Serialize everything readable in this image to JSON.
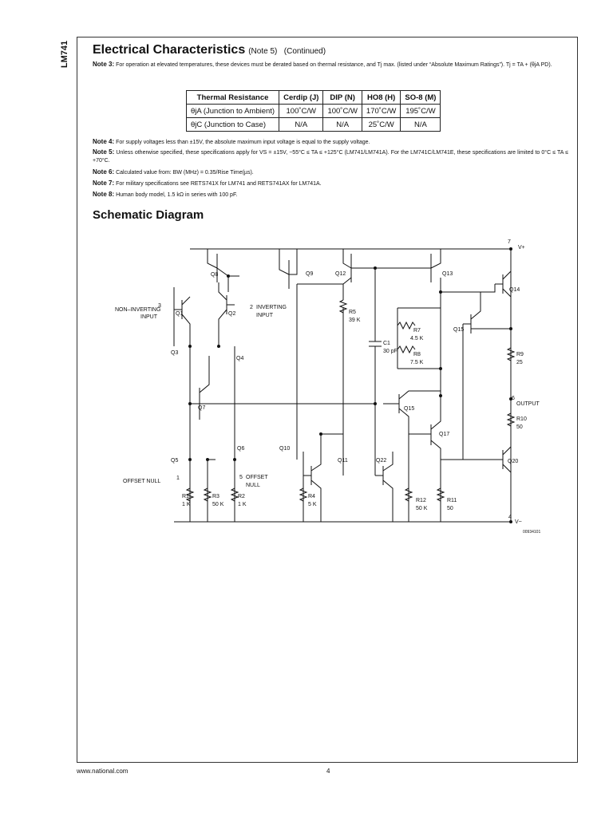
{
  "header": {
    "side_label": "LM741"
  },
  "section": {
    "title": "Electrical Characteristics",
    "note_ref": "(Note 5)",
    "continued": "(Continued)"
  },
  "notes": {
    "note3": {
      "label": "Note 3:",
      "text": "For operation at elevated temperatures, these devices must be derated based on thermal resistance, and Tj max. (listed under “Absolute Maximum Ratings”). Tj = TA + (θjA PD)."
    },
    "note4": {
      "label": "Note 4:",
      "text": "For supply voltages less than ±15V, the absolute maximum input voltage is equal to the supply voltage."
    },
    "note5": {
      "label": "Note 5:",
      "text": "Unless otherwise specified, these specifications apply for VS = ±15V, −55°C ≤ TA ≤ +125°C (LM741/LM741A). For the LM741C/LM741E, these specifications are limited to 0°C ≤ TA ≤ +70°C."
    },
    "note6": {
      "label": "Note 6:",
      "text": "Calculated value from: BW (MHz) = 0.35/Rise Time(µs)."
    },
    "note7": {
      "label": "Note 7:",
      "text": "For military specifications see RETS741X for LM741 and RETS741AX for LM741A."
    },
    "note8": {
      "label": "Note 8:",
      "text": "Human body model, 1.5 kΩ in series with 100 pF."
    }
  },
  "thermal_table": {
    "headers": [
      "Thermal Resistance",
      "Cerdip (J)",
      "DIP (N)",
      "HO8 (H)",
      "SO-8 (M)"
    ],
    "rows": [
      [
        "θjA (Junction to Ambient)",
        "100˚C/W",
        "100˚C/W",
        "170˚C/W",
        "195˚C/W"
      ],
      [
        "θjC (Junction to Case)",
        "N/A",
        "N/A",
        "25˚C/W",
        "N/A"
      ]
    ]
  },
  "schematic": {
    "title": "Schematic Diagram",
    "transistors": [
      "Q1",
      "Q2",
      "Q3",
      "Q4",
      "Q5",
      "Q6",
      "Q7",
      "Q8",
      "Q9",
      "Q10",
      "Q11",
      "Q12",
      "Q13",
      "Q14",
      "Q15",
      "Q15",
      "Q17",
      "Q20",
      "Q22"
    ],
    "resistors": {
      "r1": [
        "R1",
        "1 K"
      ],
      "r2": [
        "R2",
        "1 K"
      ],
      "r3": [
        "R3",
        "50 K"
      ],
      "r4": [
        "R4",
        "5 K"
      ],
      "r5": [
        "R5",
        "39 K"
      ],
      "r7": [
        "R7",
        "4.5 K"
      ],
      "r8": [
        "R8",
        "7.5 K"
      ],
      "r9": [
        "R9",
        "25"
      ],
      "r10": [
        "R10",
        "50"
      ],
      "r11": [
        "R11",
        "50"
      ],
      "r12": [
        "R12",
        "50 K"
      ]
    },
    "capacitor": [
      "C1",
      "30 pF"
    ],
    "pins": {
      "p1": "1",
      "p2": "2",
      "p3": "3",
      "p4": "4",
      "p5": "5",
      "p6": "6",
      "p7": "7"
    },
    "labels": {
      "non_inv_1": "NON–INVERTING",
      "non_inv_2": "INPUT",
      "inv_1": "INVERTING",
      "inv_2": "INPUT",
      "offset_null_left": "OFFSET NULL",
      "offset_null_right_1": "OFFSET",
      "offset_null_right_2": "NULL",
      "output": "OUTPUT",
      "vplus": "V+",
      "vminus": "V−"
    },
    "drawing_id": "00934101"
  },
  "footer": {
    "website": "www.national.com",
    "page": "4"
  }
}
